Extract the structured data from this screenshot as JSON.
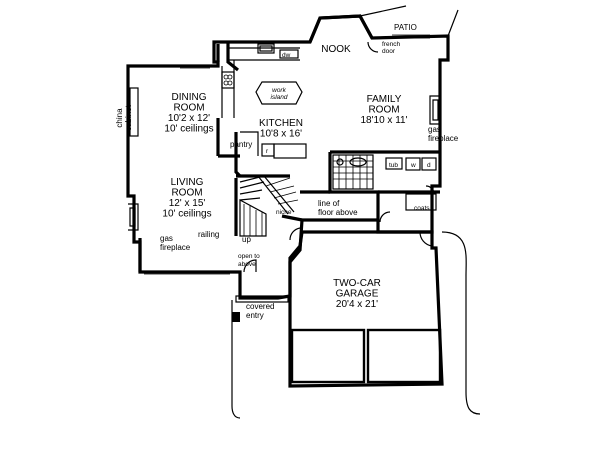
{
  "labels": {
    "patio": "PATIO",
    "nook": "NOOK",
    "french_door": "french\ndoor",
    "dw": "dw",
    "work_island": "work\nisland",
    "dining_room": "DINING\nROOM\n10'2 x 12'\n10' ceilings",
    "kitchen": "KITCHEN\n10'8 x 16'",
    "family_room": "FAMILY\nROOM\n18'10 x 11'",
    "gas_fireplace_right": "gas\nfireplace",
    "china_cabinet": "china\ncabinet",
    "pantry": "pantry",
    "ref": "r",
    "tub": "tub",
    "washer": "w",
    "dryer": "d",
    "living_room": "LIVING\nROOM\n12' x 15'\n10' ceilings",
    "niche": "niche",
    "line_of_floor_above": "line of\nfloor above",
    "coats": "coats",
    "railing": "railing",
    "up": "up",
    "gas_fireplace_left": "gas\nfireplace",
    "open_to_above": "open to\nabove",
    "two_car_garage": "TWO-CAR\nGARAGE\n20'4 x 21'",
    "covered_entry": "covered\nentry"
  }
}
